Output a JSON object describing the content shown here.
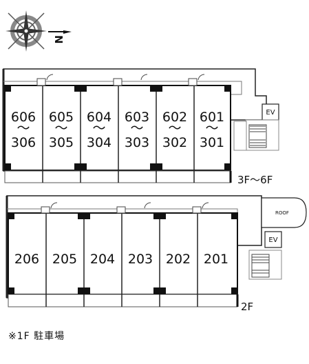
{
  "compass": {
    "north_letter": "N"
  },
  "upper_floor": {
    "floor_label": "3F〜6F",
    "units": [
      {
        "top": "606",
        "sep": "〜",
        "bottom": "306"
      },
      {
        "top": "605",
        "sep": "〜",
        "bottom": "305"
      },
      {
        "top": "604",
        "sep": "〜",
        "bottom": "304"
      },
      {
        "top": "603",
        "sep": "〜",
        "bottom": "303"
      },
      {
        "top": "602",
        "sep": "〜",
        "bottom": "302"
      },
      {
        "top": "601",
        "sep": "〜",
        "bottom": "301"
      }
    ],
    "ev_label": "EV"
  },
  "second_floor": {
    "floor_label": "2F",
    "units": [
      "206",
      "205",
      "204",
      "203",
      "202",
      "201"
    ],
    "ev_label": "EV",
    "roof_label": "ROOF"
  },
  "footnote": "※1F 駐車場"
}
